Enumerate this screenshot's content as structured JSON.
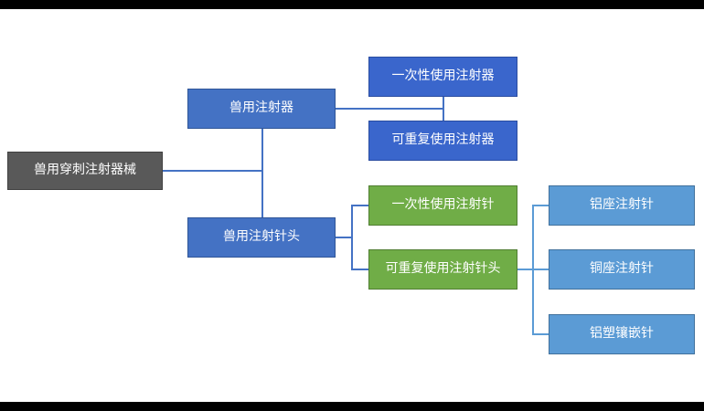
{
  "diagram": {
    "nodes": {
      "root": {
        "label": "兽用穿刺注射器械"
      },
      "vet_syringe": {
        "label": "兽用注射器"
      },
      "vet_needle": {
        "label": "兽用注射针头"
      },
      "disposable_syringe": {
        "label": "一次性使用注射器"
      },
      "reusable_syringe": {
        "label": "可重复使用注射器"
      },
      "disposable_needle": {
        "label": "一次性使用注射针"
      },
      "reusable_needle": {
        "label": "可重复使用注射针头"
      },
      "aluminum_seat_needle": {
        "label": "铝座注射针"
      },
      "copper_seat_needle": {
        "label": "铜座注射针"
      },
      "aluminum_plastic_inlay_needle": {
        "label": "铝塑镶嵌针"
      }
    },
    "colors": {
      "root_fill": "#595959",
      "root_border": "#404040",
      "level1_fill": "#4472C4",
      "level1_border": "#2F5597",
      "syringe_fill": "#3A66CC",
      "syringe_border": "#2A4CA0",
      "needle_fill": "#70AD47",
      "needle_border": "#507E32",
      "leaf_fill": "#5B9BD5",
      "leaf_border": "#41719C",
      "connector_blue": "#4472C4",
      "connector_light": "#5B9BD5",
      "background": "#FFFFFF",
      "frame": "#000000"
    }
  }
}
